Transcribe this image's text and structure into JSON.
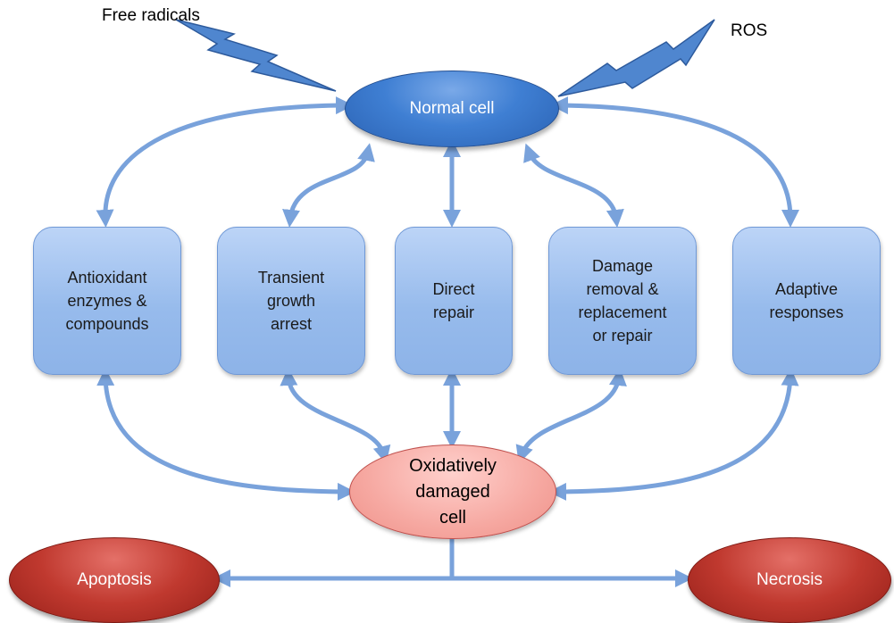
{
  "labels": {
    "free_radicals": "Free radicals",
    "ros": "ROS"
  },
  "nodes": {
    "normal_cell": "Normal cell",
    "damaged_cell": "Oxidatively\ndamaged\ncell",
    "apoptosis": "Apoptosis",
    "necrosis": "Necrosis"
  },
  "responses": [
    "Antioxidant\nenzymes &\ncompounds",
    "Transient\ngrowth\narrest",
    "Direct\nrepair",
    "Damage\nremoval &\nreplacement\nor repair",
    "Adaptive\nresponses"
  ],
  "colors": {
    "arrow": "#79a2db",
    "bolt": "#3f78c6",
    "normal_cell": "#3f7fd3",
    "damaged_cell": "#f6a8a1",
    "outcome": "#c0392f",
    "box": "#9fc0ee"
  },
  "icons": [
    "lightning-bolt-icon",
    "lightning-bolt-icon"
  ]
}
